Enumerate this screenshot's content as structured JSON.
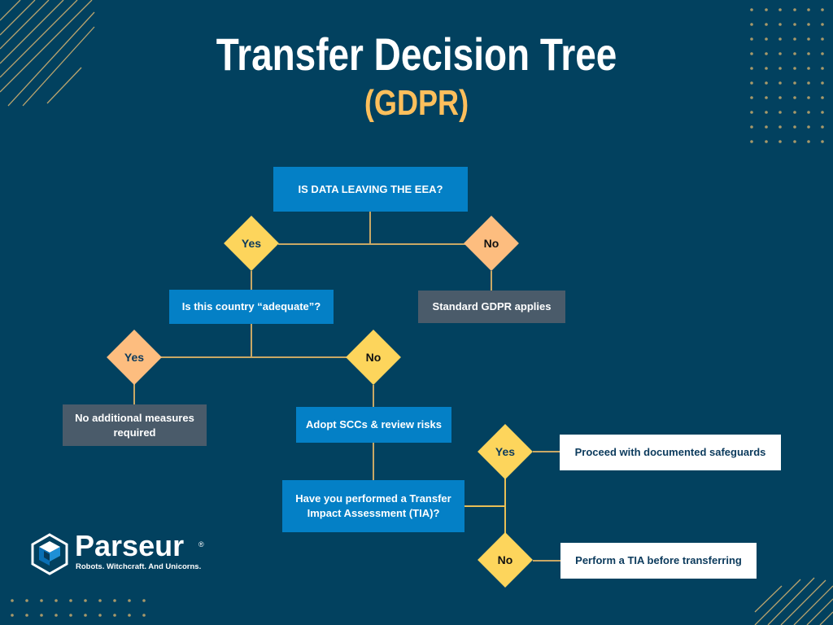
{
  "header": {
    "title": "Transfer Decision Tree",
    "subtitle": "(GDPR)"
  },
  "colors": {
    "background": "#02415f",
    "question_box": "#0480c6",
    "terminal_gray": "#4a5b6a",
    "terminal_white": "#ffffff",
    "diamond_yellow": "#fdd55c",
    "diamond_peach": "#fdbd7f",
    "subtitle_accent": "#fdbf5c",
    "connector": "#c9a865"
  },
  "nodes": {
    "root": "IS DATA LEAVING THE EEA?",
    "root_yes": "Yes",
    "root_no": "No",
    "standard_gdpr": "Standard GDPR applies",
    "adequate_question": "Is this country “adequate”?",
    "adequate_yes": "Yes",
    "adequate_no": "No",
    "no_additional": "No additional measures required",
    "adopt_sccs": "Adopt SCCs & review risks",
    "tia_question": "Have you performed a Transfer Impact Assessment (TIA)?",
    "tia_yes": "Yes",
    "tia_no": "No",
    "proceed": "Proceed with documented safeguards",
    "perform_tia": "Perform a TIA before transferring"
  },
  "brand": {
    "name": "Parseur",
    "registered": "®",
    "tagline": "Robots. Witchcraft. And Unicorns."
  },
  "icons": {
    "logo": "parseur-hexagon-logo-icon"
  }
}
